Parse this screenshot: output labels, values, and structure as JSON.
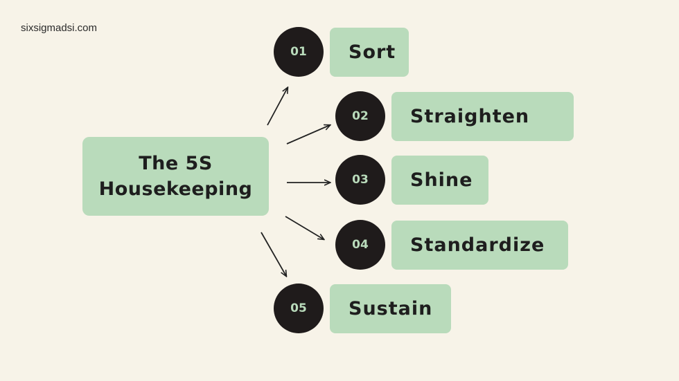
{
  "header": {
    "site": "sixsigmadsi.com"
  },
  "center": {
    "line1": "The 5S",
    "line2": "Housekeeping"
  },
  "colors": {
    "background": "#f7f3e8",
    "green": "#b9dbbb",
    "dark": "#1f1b1b",
    "text": "#1e1e1e"
  },
  "steps": [
    {
      "number": "01",
      "label": "Sort"
    },
    {
      "number": "02",
      "label": "Straighten"
    },
    {
      "number": "03",
      "label": "Shine"
    },
    {
      "number": "04",
      "label": "Standardize"
    },
    {
      "number": "05",
      "label": "Sustain"
    }
  ]
}
